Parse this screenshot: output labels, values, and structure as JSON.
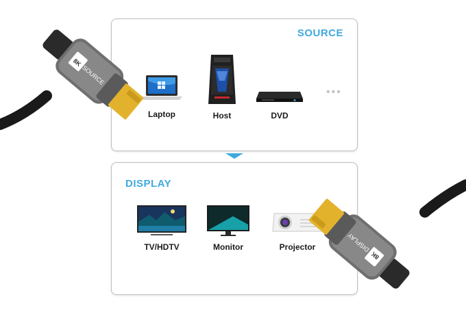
{
  "source": {
    "title": "SOURCE",
    "devices": [
      {
        "label": "Laptop",
        "icon": "laptop-icon"
      },
      {
        "label": "Host",
        "icon": "pc-tower-icon"
      },
      {
        "label": "DVD",
        "icon": "dvd-player-icon"
      }
    ],
    "more": "•••"
  },
  "display": {
    "title": "DISPLAY",
    "devices": [
      {
        "label": "TV/HDTV",
        "icon": "tv-icon"
      },
      {
        "label": "Monitor",
        "icon": "monitor-icon"
      },
      {
        "label": "Projector",
        "icon": "projector-icon"
      }
    ]
  },
  "connectors": {
    "top": {
      "end_label": "SOURCE",
      "badge": "8K"
    },
    "bottom": {
      "end_label": "DISPLAY",
      "badge": "8K"
    }
  },
  "colors": {
    "accent": "#3fa9df",
    "plug_gold": "#e3b22c",
    "housing": "#6f6f6f",
    "cable": "#1a1a1a"
  }
}
